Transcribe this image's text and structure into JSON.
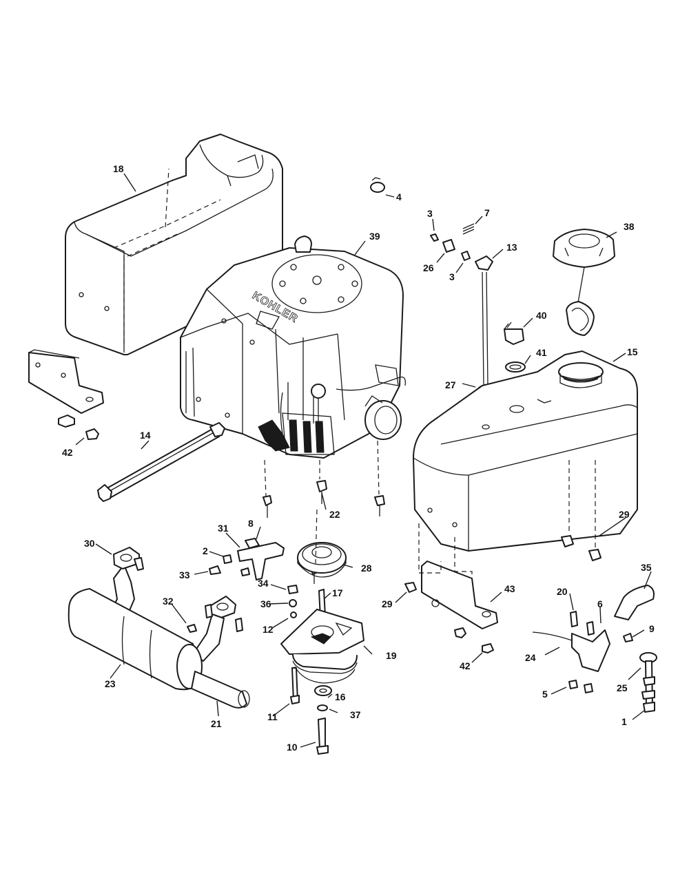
{
  "brand_text": "KOHLER",
  "callouts": [
    "1",
    "2",
    "3",
    "3",
    "4",
    "5",
    "6",
    "7",
    "8",
    "9",
    "10",
    "11",
    "12",
    "13",
    "14",
    "15",
    "16",
    "17",
    "18",
    "19",
    "20",
    "21",
    "22",
    "23",
    "24",
    "25",
    "26",
    "27",
    "28",
    "29",
    "29",
    "30",
    "31",
    "32",
    "33",
    "34",
    "35",
    "36",
    "37",
    "38",
    "39",
    "40",
    "41",
    "42",
    "42",
    "43"
  ],
  "colors": {
    "ink": "#1a1a1a",
    "paper": "#ffffff"
  }
}
